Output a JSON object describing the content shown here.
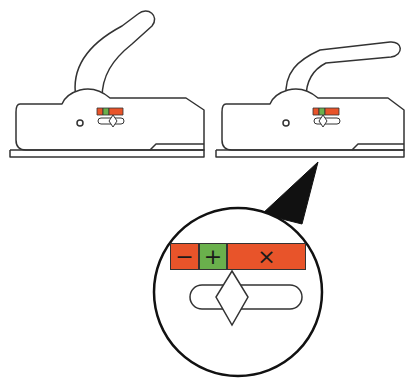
{
  "diagram": {
    "nodes": [
      {
        "text": [
          "−"
        ]
      },
      {
        "text": [
          "+"
        ]
      },
      {
        "text": [
          "×"
        ]
      }
    ]
  }
}
